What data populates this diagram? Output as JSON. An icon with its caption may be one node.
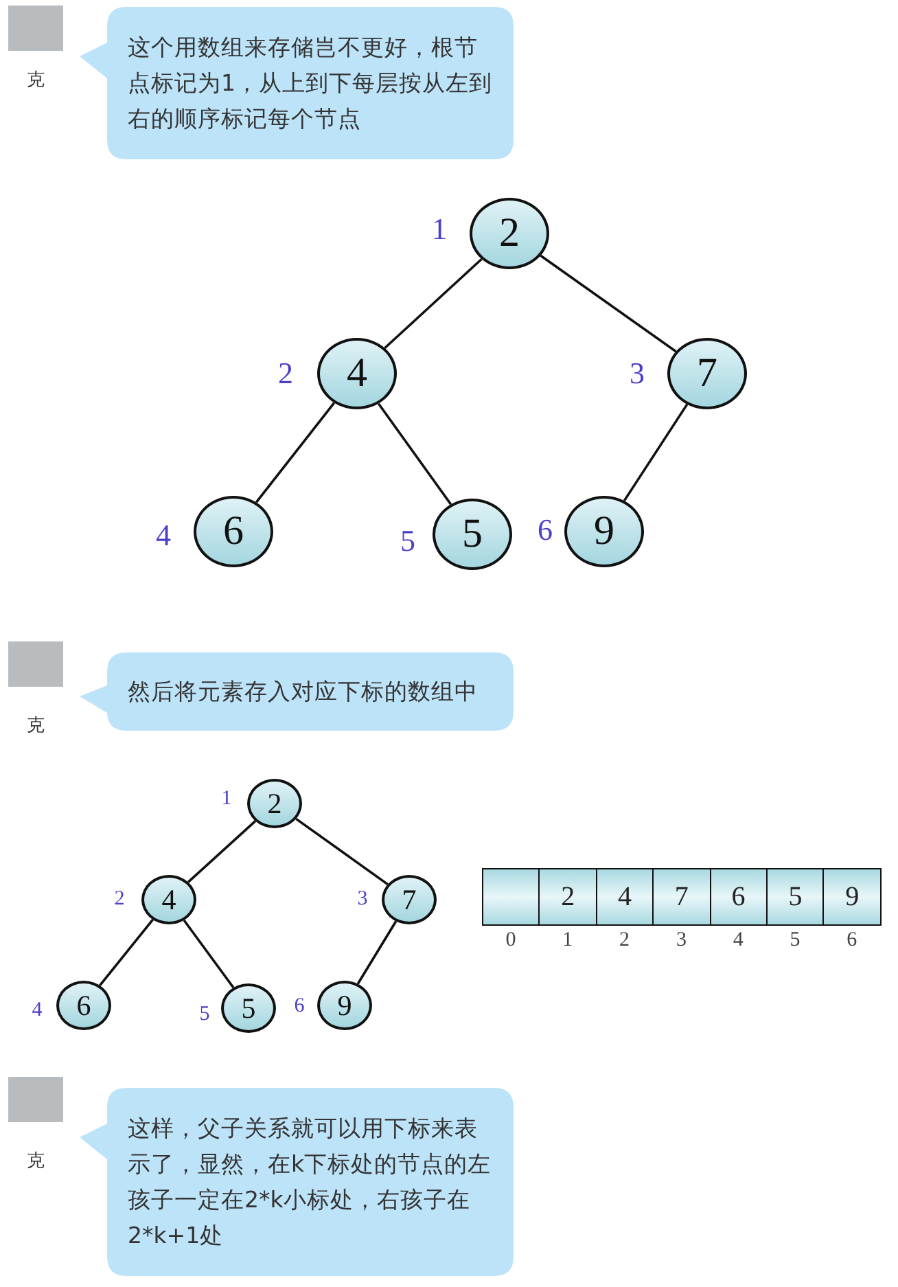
{
  "diagram": {
    "nodes": [
      {
        "text": [
          "这个用数组来存储岂不更好，根节点标记为1，从上到下每层按从左到右的顺序标记每个节点"
        ]
      },
      {
        "text": [
          "2"
        ],
        "beside": [
          "1"
        ]
      },
      {
        "text": [
          "4"
        ],
        "beside": [
          "2"
        ]
      },
      {
        "text": [
          "7"
        ],
        "beside": [
          "3"
        ]
      },
      {
        "text": [
          "6"
        ],
        "beside": [
          "4"
        ]
      },
      {
        "text": [
          "5"
        ],
        "beside": [
          "5"
        ]
      },
      {
        "text": [
          "9"
        ],
        "beside": [
          "6"
        ]
      },
      {
        "text": [
          "然后将元素存入对应下标的数组中"
        ]
      },
      {
        "text": [
          "2"
        ],
        "beside": [
          "1"
        ]
      },
      {
        "text": [
          "4"
        ],
        "beside": [
          "2"
        ]
      },
      {
        "text": [
          "7"
        ],
        "beside": [
          "3"
        ]
      },
      {
        "text": [
          "6"
        ],
        "beside": [
          "4"
        ]
      },
      {
        "text": [
          "5"
        ],
        "beside": [
          "5"
        ]
      },
      {
        "text": [
          "9"
        ],
        "beside": [
          "6"
        ]
      },
      {
        "text": [],
        "shape": "box"
      },
      {
        "text": [
          "2"
        ]
      },
      {
        "text": [
          "4"
        ]
      },
      {
        "text": [
          "7"
        ]
      },
      {
        "text": [
          "6"
        ]
      },
      {
        "text": [
          "5"
        ]
      },
      {
        "text": [
          "9"
        ]
      },
      {
        "text": [
          "这样，父子关系就可以用下标来表示了，显然，在k下标处的节点的左孩子一定在2*k小标处，右孩子在2*k+1处"
        ]
      }
    ],
    "edges": [
      {
        "from": 1,
        "to": 2,
        "arrow": "none"
      },
      {
        "from": 1,
        "to": 3,
        "arrow": "none"
      },
      {
        "from": 2,
        "to": 4,
        "arrow": "none"
      },
      {
        "from": 2,
        "to": 5,
        "arrow": "none"
      },
      {
        "from": 3,
        "to": 6,
        "arrow": "none"
      },
      {
        "from": 8,
        "to": 9,
        "arrow": "none"
      },
      {
        "from": 8,
        "to": 10,
        "arrow": "none"
      },
      {
        "from": 9,
        "to": 11,
        "arrow": "none"
      },
      {
        "from": 9,
        "to": 12,
        "arrow": "none"
      },
      {
        "from": 10,
        "to": 13,
        "arrow": "none"
      }
    ],
    "labels": [
      "克",
      "克",
      "0",
      "1",
      "2",
      "3",
      "4",
      "5",
      "6",
      "克"
    ]
  }
}
